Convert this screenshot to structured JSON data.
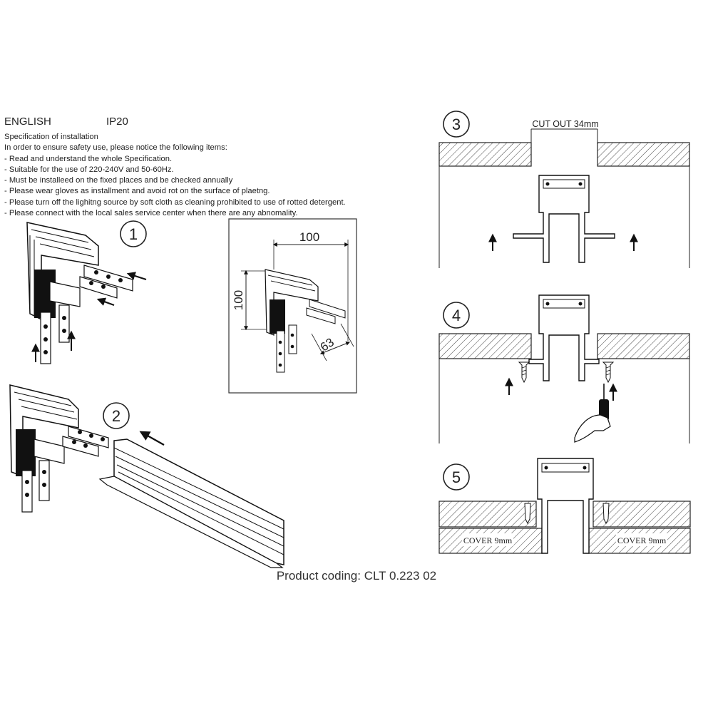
{
  "header": {
    "language": "ENGLISH",
    "ip_rating": "IP20"
  },
  "spec": {
    "title": "Specification of installation",
    "intro": "In order to ensure safety use, please notice the following items:",
    "items": [
      "- Read and understand the whole Specification.",
      "- Suitable for the use of 220-240V and 50-60Hz.",
      "- Must be installeed on the fixed places and be checked annually",
      "- Please wear gloves as installment and avoid rot on the surface of plaetng.",
      "- Please turn off the lighitng source by soft cloth as cleaning prohibited to use of rotted detergent.",
      "- Please connect with the local sales service center when there are any abnomality."
    ]
  },
  "steps": [
    "1",
    "2",
    "3",
    "4",
    "5"
  ],
  "dimensions": {
    "width": "100",
    "height": "100",
    "depth": "63"
  },
  "cutout_label": "CUT OUT 34mm",
  "cover_label": "COVER 9mm",
  "product_coding": "Product coding: CLT 0.223 02"
}
